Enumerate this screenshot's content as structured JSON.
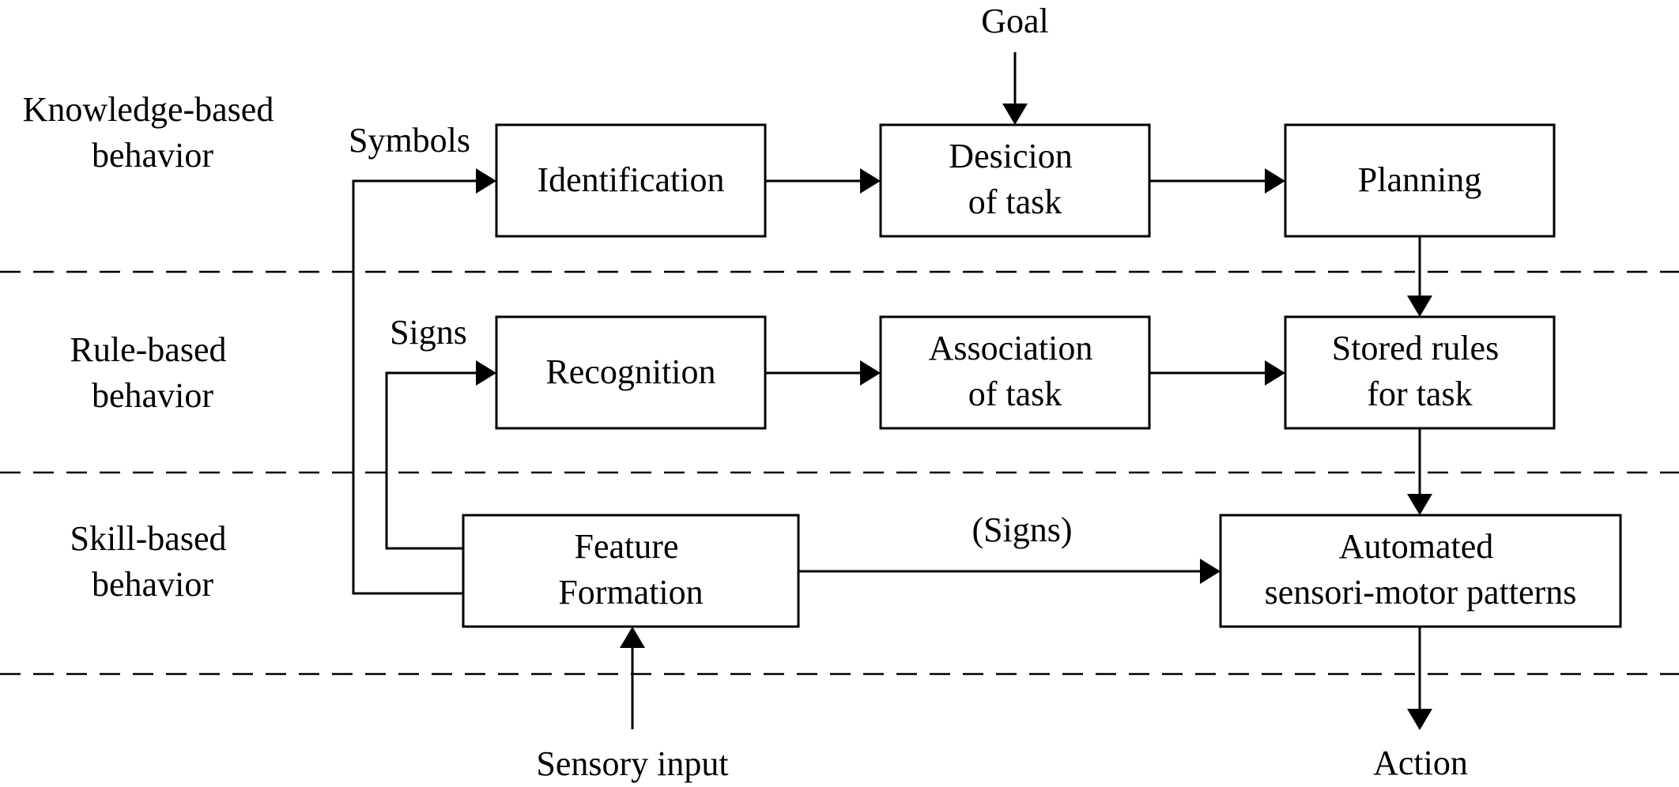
{
  "levels": {
    "knowledge": [
      "Knowledge-based",
      "behavior"
    ],
    "rule": [
      "Rule-based",
      "behavior"
    ],
    "skill": [
      "Skill-based",
      "behavior"
    ]
  },
  "labels": {
    "goal": "Goal",
    "symbols": "Symbols",
    "signs": "Signs",
    "signs_paren": "(Signs)",
    "sensory_input": "Sensory input",
    "action": "Action"
  },
  "boxes": {
    "identification": [
      "Identification"
    ],
    "decision": [
      "Desicion",
      "of task"
    ],
    "planning": [
      "Planning"
    ],
    "recognition": [
      "Recognition"
    ],
    "association": [
      "Association",
      "of task"
    ],
    "stored_rules": [
      "Stored rules",
      "for task"
    ],
    "feature": [
      "Feature",
      "Formation"
    ],
    "automated": [
      "Automated",
      "sensori-motor patterns"
    ]
  }
}
